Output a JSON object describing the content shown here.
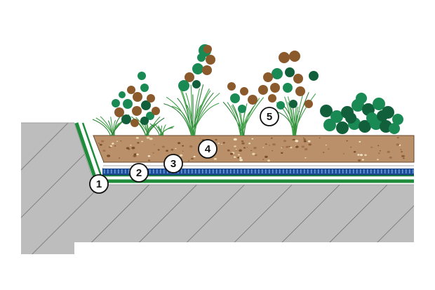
{
  "diagram": {
    "markers": [
      {
        "id": "marker-1",
        "label": "1"
      },
      {
        "id": "marker-2",
        "label": "2"
      },
      {
        "id": "marker-3",
        "label": "3"
      },
      {
        "id": "marker-4",
        "label": "4"
      },
      {
        "id": "marker-5",
        "label": "5"
      }
    ],
    "colors": {
      "concrete": "#bdbdbd",
      "hatch": "#5f5f5f",
      "membrane": "#1f8c3c",
      "drainage": "#1d4f9a",
      "substrate": "#b9906a",
      "foliage_green": "#1a8a55",
      "foliage_brown": "#8a5a2c",
      "grass": "#3fa047"
    }
  }
}
